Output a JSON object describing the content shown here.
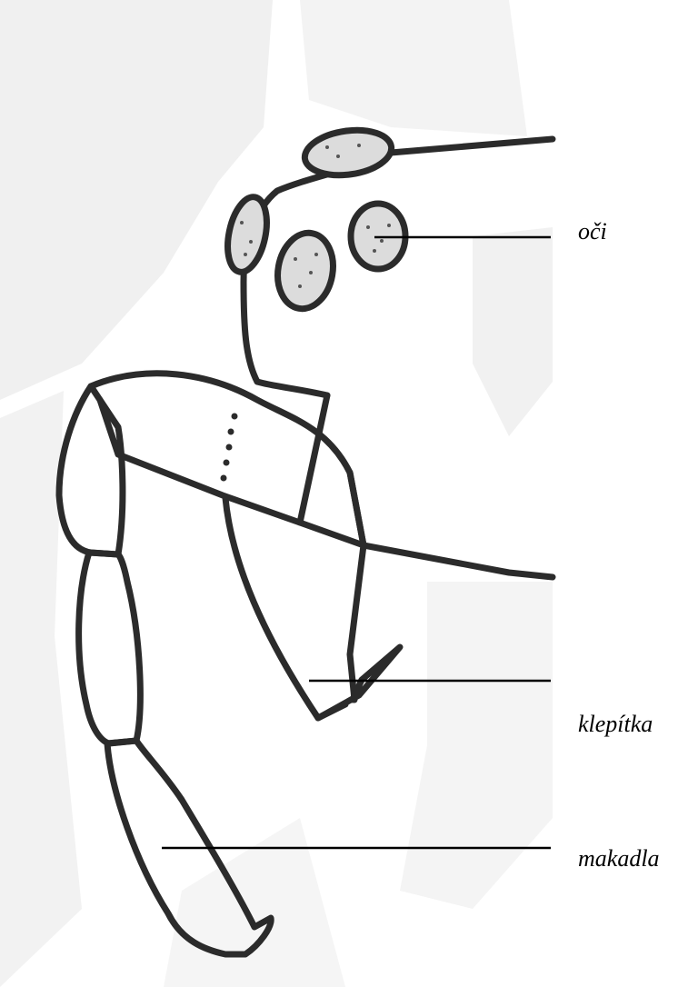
{
  "labels": {
    "eyes": "oči",
    "chelicerae": "klepítka",
    "pedipalps": "makadla"
  },
  "colors": {
    "outline": "#2b2b2b",
    "background_shading": "#e6e6e6",
    "eye_fill": "#d8d8d8",
    "leader_line": "#000000"
  }
}
